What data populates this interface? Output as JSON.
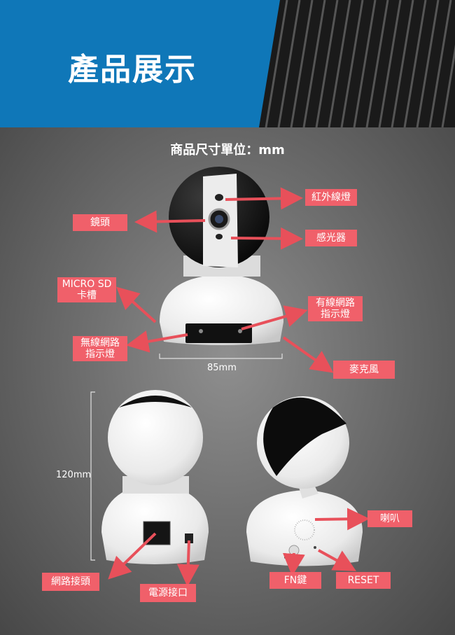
{
  "header": {
    "title": "產品展示"
  },
  "units_note": "商品尺寸單位：mm",
  "labels": {
    "ir_light": "紅外線燈",
    "lens": "鏡頭",
    "sensor": "感光器",
    "micro_sd": "MICRO SD\n卡槽",
    "wired_indicator": "有線網路\n指示燈",
    "wireless_indicator": "無線網路\n指示燈",
    "microphone": "麥克風",
    "speaker": "喇叭",
    "network_port": "網路接頭",
    "power_port": "電源接口",
    "fn_key": "FN鍵",
    "reset": "RESET"
  },
  "dimensions": {
    "width": "85mm",
    "height": "120mm"
  },
  "colors": {
    "header_bg": "#0f77b8",
    "label_bg": "#f0606a",
    "arrow": "#e8505a"
  }
}
